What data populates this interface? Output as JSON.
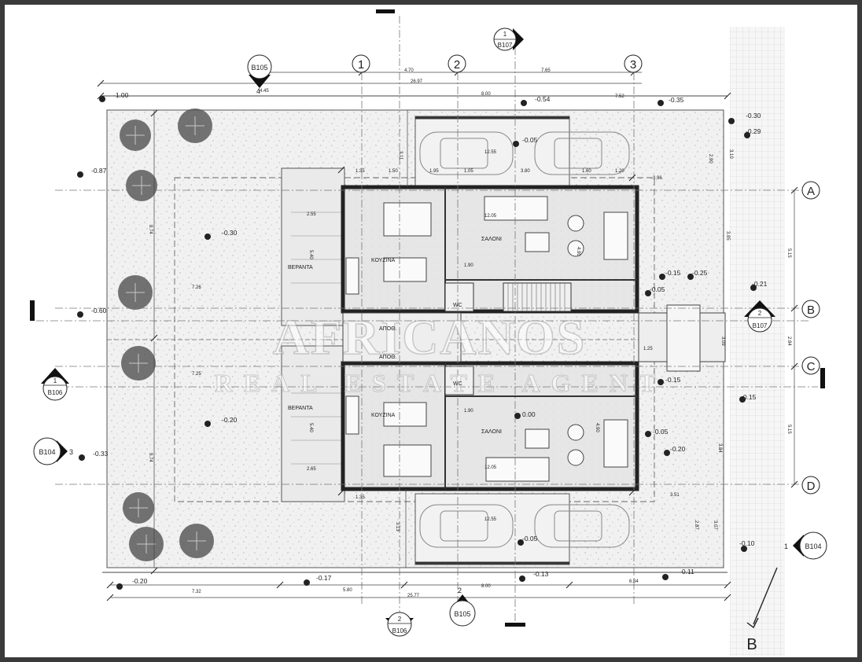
{
  "grid": {
    "columns": [
      "1",
      "2",
      "3"
    ],
    "rows": [
      "A",
      "B",
      "C",
      "D"
    ]
  },
  "markers": {
    "b105_top": "B105",
    "b105_top_num": "4",
    "b107_top": "B107",
    "b107_top_num": "1",
    "b107_right": "B107",
    "b107_right_num": "2",
    "b106_left": "B106",
    "b106_left_num": "1",
    "b104_left": "B104",
    "b104_left_num": "3",
    "b104_right": "B104",
    "b104_right_num": "1",
    "b106_bottom": "B106",
    "b106_bottom_num": "2",
    "b105_bottom": "B105",
    "b105_bottom_num": "2",
    "section_b": "B"
  },
  "dimensions": {
    "top_4_70": "4.70",
    "top_7_65": "7.65",
    "top_26_97": "26.97",
    "top_4_45": "4.45",
    "top_8_00": "8.00",
    "top_7_52": "7.52",
    "bot_7_32": "7.32",
    "bot_5_80": "5.80",
    "bot_8_00": "8.00",
    "bot_6_84": "6.84",
    "bot_25_77": "25.77",
    "right_5_15a": "5.15",
    "right_2_84": "2.84",
    "right_5_15b": "5.15",
    "left_9_74a": "9.74",
    "left_9_74b": "9.74",
    "d_7_26": "7.26",
    "d_7_25": "7.25",
    "d_12_55a": "12.55",
    "d_12_55b": "12.55",
    "d_12_05a": "12.05",
    "d_12_05b": "12.05",
    "d_1_35a": "1.35",
    "d_1_35b": "1.35",
    "d_1_50": "1.50",
    "d_1_95": "1.95",
    "d_1_05": "1.05",
    "d_3_80": "3.80",
    "d_1_60": "1.60",
    "d_1_20": "1.20",
    "d_3_96": "3.96",
    "d_1_90a": "1.90",
    "d_1_90b": "1.90",
    "d_1_25": "1.25",
    "d_3_51": "3.51",
    "d_2_90": "2.90",
    "d_3_10": "3.10",
    "d_3_85": "3.85",
    "d_3_09": "3.09",
    "d_3_84": "3.84",
    "d_2_87": "2.87",
    "d_3_07": "3.07",
    "d_4_90a": "4.90",
    "d_4_90b": "4.90",
    "d_2_55": "2.55",
    "d_2_65": "2.65",
    "d_5_40a": "5.40",
    "d_5_40b": "5.40",
    "d_3_13": "3.13",
    "d_3_11": "3.11"
  },
  "levels": {
    "l_m100": "-1.00",
    "l_m054": "-0.54",
    "l_m035": "-0.35",
    "l_m030a": "-0.30",
    "l_m029": "-0.29",
    "l_m087": "-0.87",
    "l_m030b": "-0.30",
    "l_m005a": "-0.05",
    "l_m015a": "-0.15",
    "l_m025": "-0.25",
    "l_m021": "-0.21",
    "l_m005b": "-0.05",
    "l_m060": "-0.60",
    "l_m015b": "-0.15",
    "l_m015c": "-0.15",
    "l_m020a": "-0.20",
    "l_m033": "-0.33",
    "l_000": "0.00",
    "l_m005c": "-0.05",
    "l_m020b": "-0.20",
    "l_m005d": "-0.05",
    "l_m010": "-0.10",
    "l_m020c": "-0.20",
    "l_m017": "-0.17",
    "l_m013": "-0.13",
    "l_m011": "-0.11"
  },
  "rooms": {
    "veranda_top": "ΒΕΡΑΝΤΑ",
    "kitchen_top": "ΚΟΥΖΙΝΑ",
    "living_top": "ΣΑΛΟΝΙ",
    "wc_top": "WC",
    "storage_top": "ΑΠΟΘ.",
    "veranda_bot": "ΒΕΡΑΝΤΑ",
    "kitchen_bot": "ΚΟΥΖΙΝΑ",
    "living_bot": "ΣΑΛΟΝΙ",
    "wc_bot": "WC",
    "storage_bot": "ΑΠΟΘ."
  },
  "watermark": {
    "line1": "AFRICANOS",
    "line2": "REAL ESTATE AGENT"
  }
}
